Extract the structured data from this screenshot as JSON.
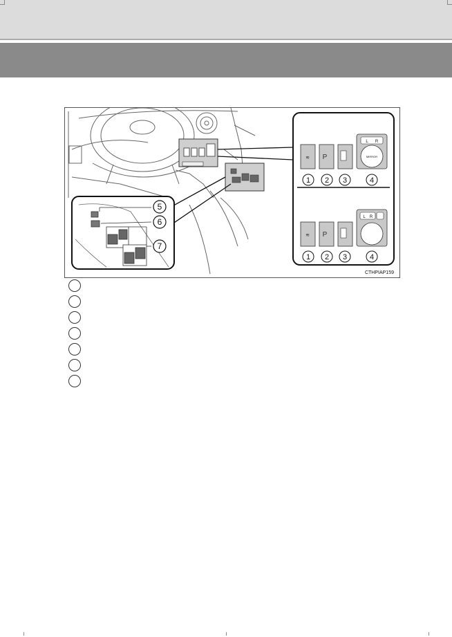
{
  "figure": {
    "code": "CTHPIAP159",
    "upper_panel": {
      "badges": [
        "1",
        "2",
        "3",
        "4"
      ],
      "mirror_label": "MIRROR",
      "lr_labels": [
        "L",
        "R"
      ]
    },
    "lower_panel": {
      "badges": [
        "1",
        "2",
        "3",
        "4"
      ],
      "lr_labels": [
        "L",
        "R"
      ]
    },
    "window_callouts": [
      "5",
      "6",
      "7"
    ],
    "icon_text": [
      "P"
    ]
  },
  "callout_list": {
    "count": 7,
    "labels": [
      "",
      "",
      "",
      "",
      "",
      "",
      ""
    ]
  }
}
